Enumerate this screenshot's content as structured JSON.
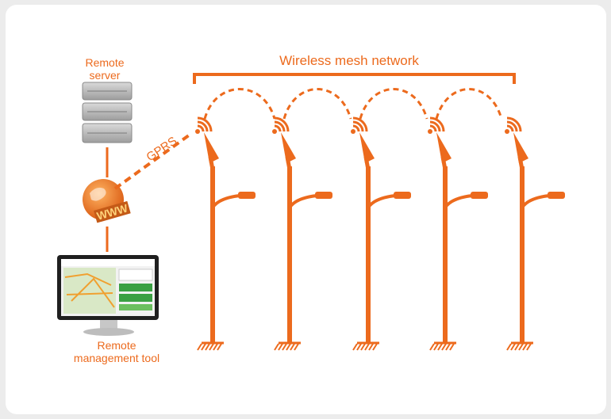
{
  "labels": {
    "server_line1": "Remote",
    "server_line2": "server",
    "mgmt_line1": "Remote",
    "mgmt_line2": "management tool",
    "mesh": "Wireless mesh network",
    "gprs": "GPRS",
    "globe": "WWW"
  },
  "colors": {
    "accent": "#ec6a1d",
    "background": "#ffffff",
    "server_gray": "#b7b7b7"
  },
  "icons": [
    "server-icon",
    "globe-icon",
    "monitor-icon",
    "wifi-signal-icon",
    "streetlight-pole-icon"
  ],
  "poles": [
    {
      "name": "pole-1"
    },
    {
      "name": "pole-2"
    },
    {
      "name": "pole-3"
    },
    {
      "name": "pole-4"
    },
    {
      "name": "pole-5"
    }
  ]
}
